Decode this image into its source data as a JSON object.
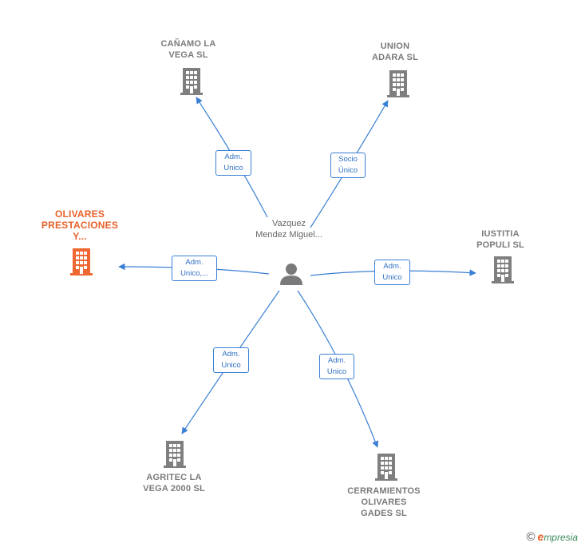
{
  "colors": {
    "edge": "#3a7fd5",
    "building": "#7f7f7f",
    "building_highlight": "#ee6630",
    "text": "#7a7a7a",
    "highlight_text": "#e8602a",
    "person": "#7a7a7a"
  },
  "center": {
    "name_lines": [
      "Vazquez",
      "Mendez",
      "Miguel..."
    ],
    "icon": "person-icon"
  },
  "companies": [
    {
      "id": "canamo",
      "lines": [
        "CAÑAMO LA",
        "VEGA  SL"
      ],
      "highlight": false,
      "icon": "building-icon"
    },
    {
      "id": "union",
      "lines": [
        "UNION",
        "ADARA  SL"
      ],
      "highlight": false,
      "icon": "building-icon"
    },
    {
      "id": "olivares",
      "lines": [
        "OLIVARES",
        "PRESTACIONES",
        "Y..."
      ],
      "highlight": true,
      "icon": "building-icon"
    },
    {
      "id": "iustitia",
      "lines": [
        "IUSTITIA",
        "POPULI  SL"
      ],
      "highlight": false,
      "icon": "building-icon"
    },
    {
      "id": "agritec",
      "lines": [
        "AGRITEC LA",
        "VEGA 2000  SL"
      ],
      "highlight": false,
      "icon": "building-icon"
    },
    {
      "id": "cerramientos",
      "lines": [
        "CERRAMIENTOS",
        "OLIVARES",
        "GADES  SL"
      ],
      "highlight": false,
      "icon": "building-icon"
    }
  ],
  "edges": [
    {
      "to": "canamo",
      "role_lines": [
        "Adm.",
        "Unico"
      ]
    },
    {
      "to": "union",
      "role_lines": [
        "Socio",
        "Único"
      ]
    },
    {
      "to": "olivares",
      "role_lines": [
        "Adm.",
        "Unico,..."
      ]
    },
    {
      "to": "iustitia",
      "role_lines": [
        "Adm.",
        "Unico"
      ]
    },
    {
      "to": "agritec",
      "role_lines": [
        "Adm.",
        "Unico"
      ]
    },
    {
      "to": "cerramientos",
      "role_lines": [
        "Adm.",
        "Unico"
      ]
    }
  ],
  "footer": {
    "copyright": "©",
    "brand_initial": "e",
    "brand_rest": "mpresia"
  }
}
